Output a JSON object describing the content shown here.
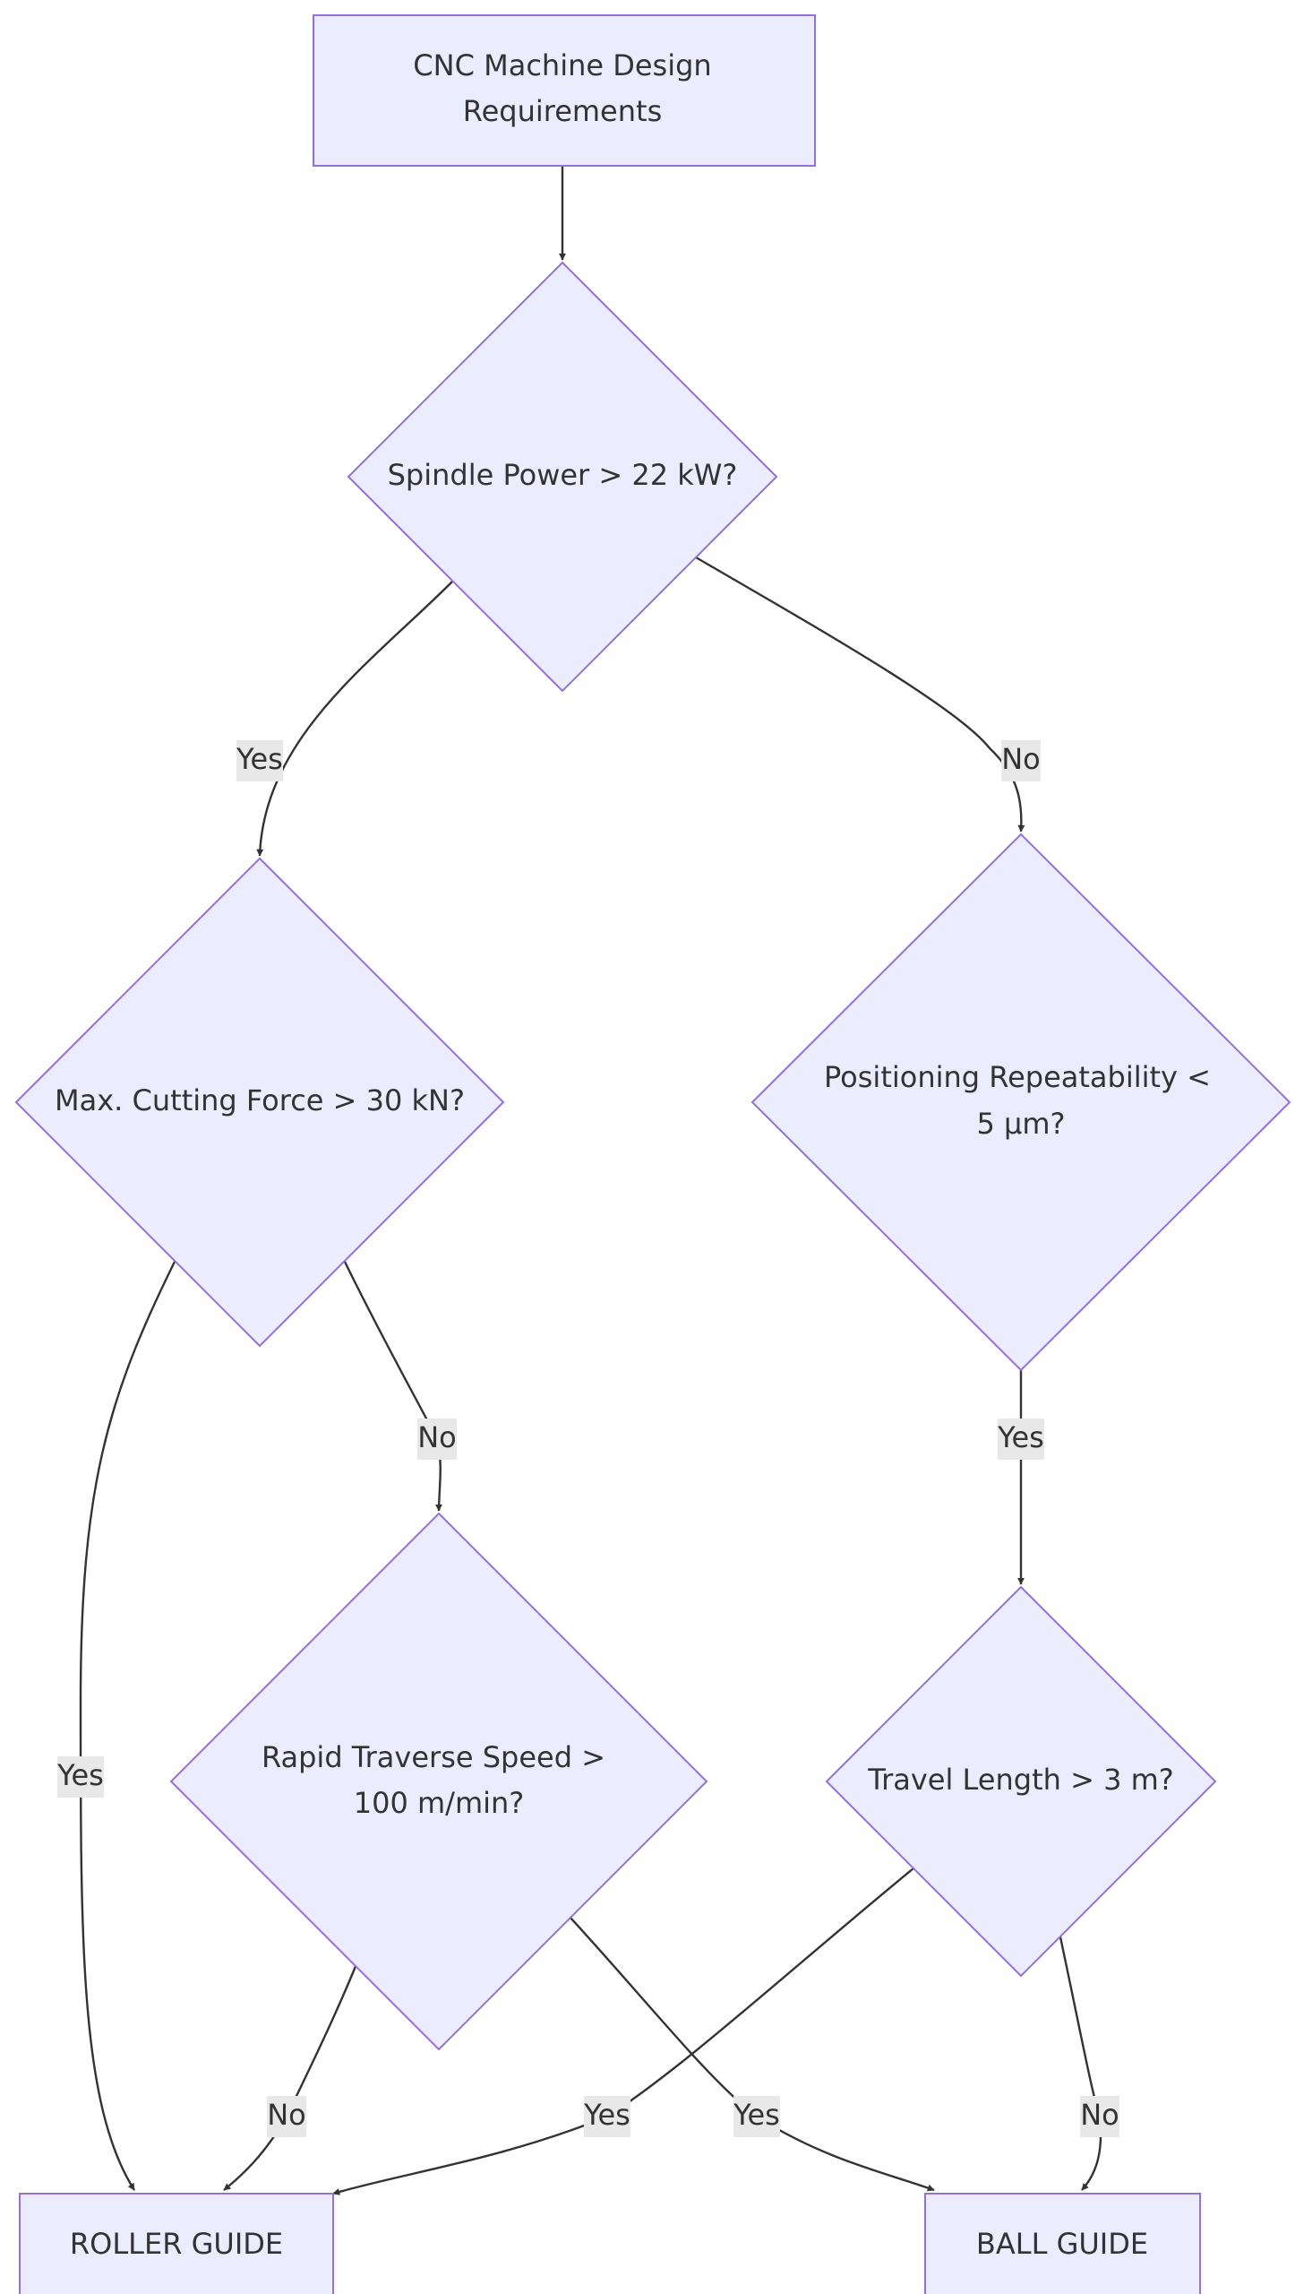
{
  "diagram": {
    "nodes": {
      "requirements": {
        "lines": [
          "CNC Machine Design",
          "Requirements"
        ]
      },
      "spindle": {
        "lines": [
          "Spindle Power > 22 kW?"
        ]
      },
      "cutting_force": {
        "lines": [
          "Max. Cutting Force > 30 kN?"
        ]
      },
      "repeatability": {
        "lines": [
          "Positioning Repeatability <",
          "5 µm?"
        ]
      },
      "rapid_traverse": {
        "lines": [
          "Rapid Traverse Speed >",
          "100 m/min?"
        ]
      },
      "travel_length": {
        "lines": [
          "Travel Length > 3 m?"
        ]
      },
      "roller_guide": {
        "lines": [
          "ROLLER GUIDE"
        ]
      },
      "ball_guide": {
        "lines": [
          "BALL GUIDE"
        ]
      }
    },
    "edges": {
      "req_to_spindle": {
        "label": ""
      },
      "spindle_yes": {
        "label": "Yes"
      },
      "spindle_no": {
        "label": "No"
      },
      "force_yes": {
        "label": "Yes"
      },
      "force_no": {
        "label": "No"
      },
      "repeat_yes": {
        "label": "Yes"
      },
      "rapid_no": {
        "label": "No"
      },
      "rapid_yes": {
        "label": "Yes"
      },
      "travel_yes": {
        "label": "Yes"
      },
      "travel_no": {
        "label": "No"
      }
    }
  }
}
